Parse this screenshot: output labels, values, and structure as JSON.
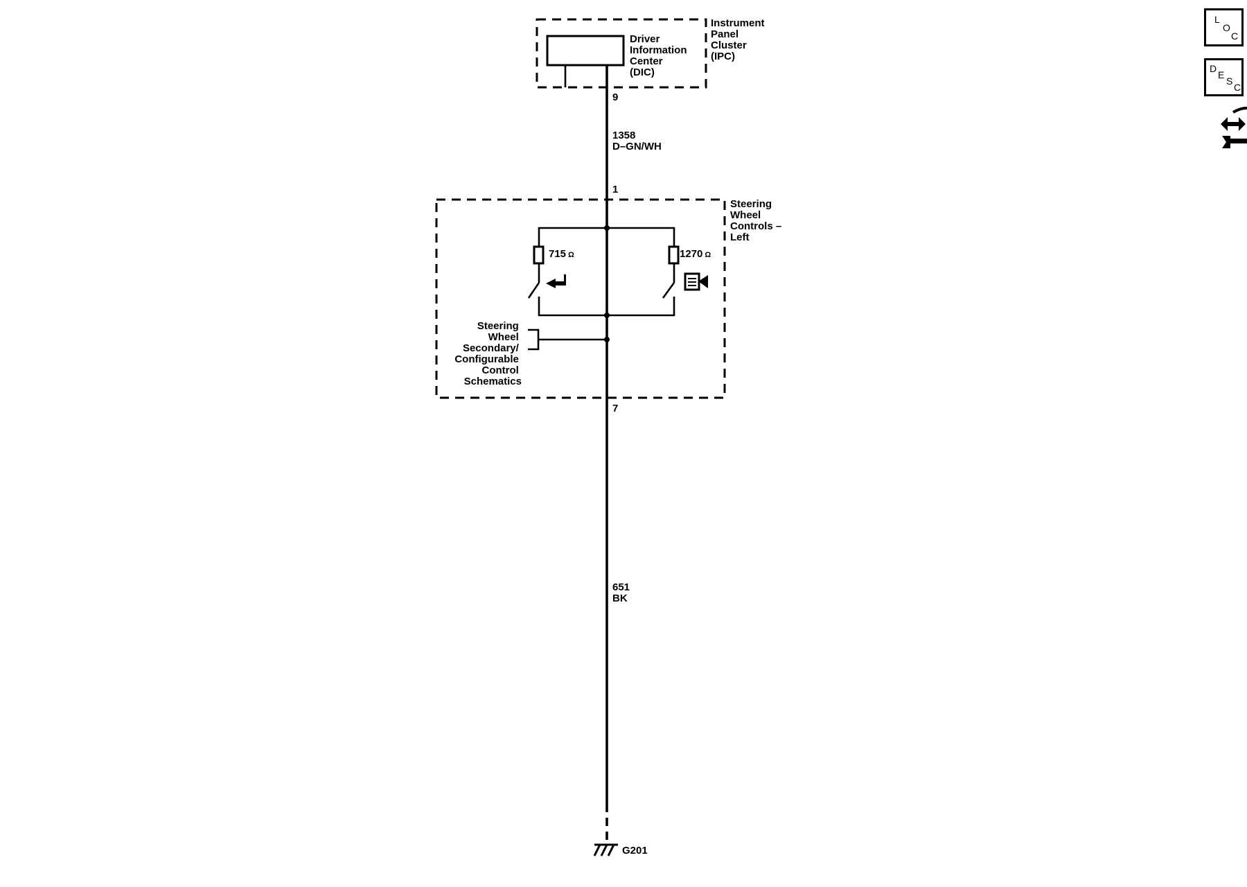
{
  "ipc": {
    "label_lines": [
      "Instrument",
      "Panel",
      "Cluster",
      "(IPC)"
    ],
    "dic_lines": [
      "Driver",
      "Information",
      "Center",
      "(DIC)"
    ],
    "pin": "9"
  },
  "wire_top": {
    "circuit": "1358",
    "color": "D–GN/WH"
  },
  "swc": {
    "pin_top": "1",
    "label_lines": [
      "Steering",
      "Wheel",
      "Controls –",
      "Left"
    ],
    "resistor_left": "715",
    "resistor_right": "1270",
    "ohm_symbol": "Ω",
    "crossref_lines": [
      "Steering",
      "Wheel",
      "Secondary/",
      "Configurable",
      "Control",
      "Schematics"
    ],
    "pin_bottom": "7"
  },
  "wire_bottom": {
    "circuit": "651",
    "color": "BK"
  },
  "ground": {
    "label": "G201"
  },
  "nav": {
    "loc": [
      "L",
      "O",
      "C"
    ],
    "desc": [
      "D",
      "E",
      "S",
      "C"
    ]
  },
  "icons": {
    "left_switch": "return-arrow-icon",
    "right_switch": "menu-select-icon",
    "diagnostic": "connector-wrench-icon"
  }
}
